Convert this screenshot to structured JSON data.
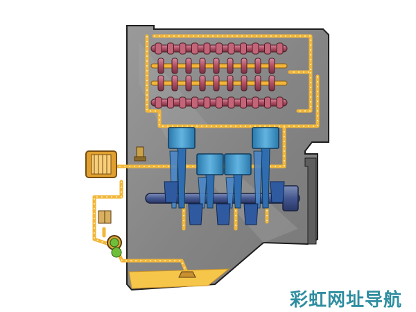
{
  "watermark": {
    "text": "彩虹网址导航"
  },
  "colors": {
    "block": "#8e8e8e",
    "block_dark": "#6a6a6a",
    "oil_line": "#f2b63a",
    "oil_dot": "#ffe27a",
    "oil_pan": "#f5c64a",
    "camshaft": "#b85a6e",
    "rocker": "#c06060",
    "piston": "#3a92c4",
    "rod": "#2f6db0",
    "crank": "#3a4e8c",
    "filter": "#e0a030",
    "pump_gear": "#6fbf3a"
  },
  "components": [
    "engine-block",
    "oil-pan",
    "oil-pump",
    "oil-filter",
    "pressure-sensor",
    "crankshaft",
    "connecting-rods",
    "pistons",
    "camshafts",
    "rocker-shafts",
    "oil-galleries"
  ]
}
